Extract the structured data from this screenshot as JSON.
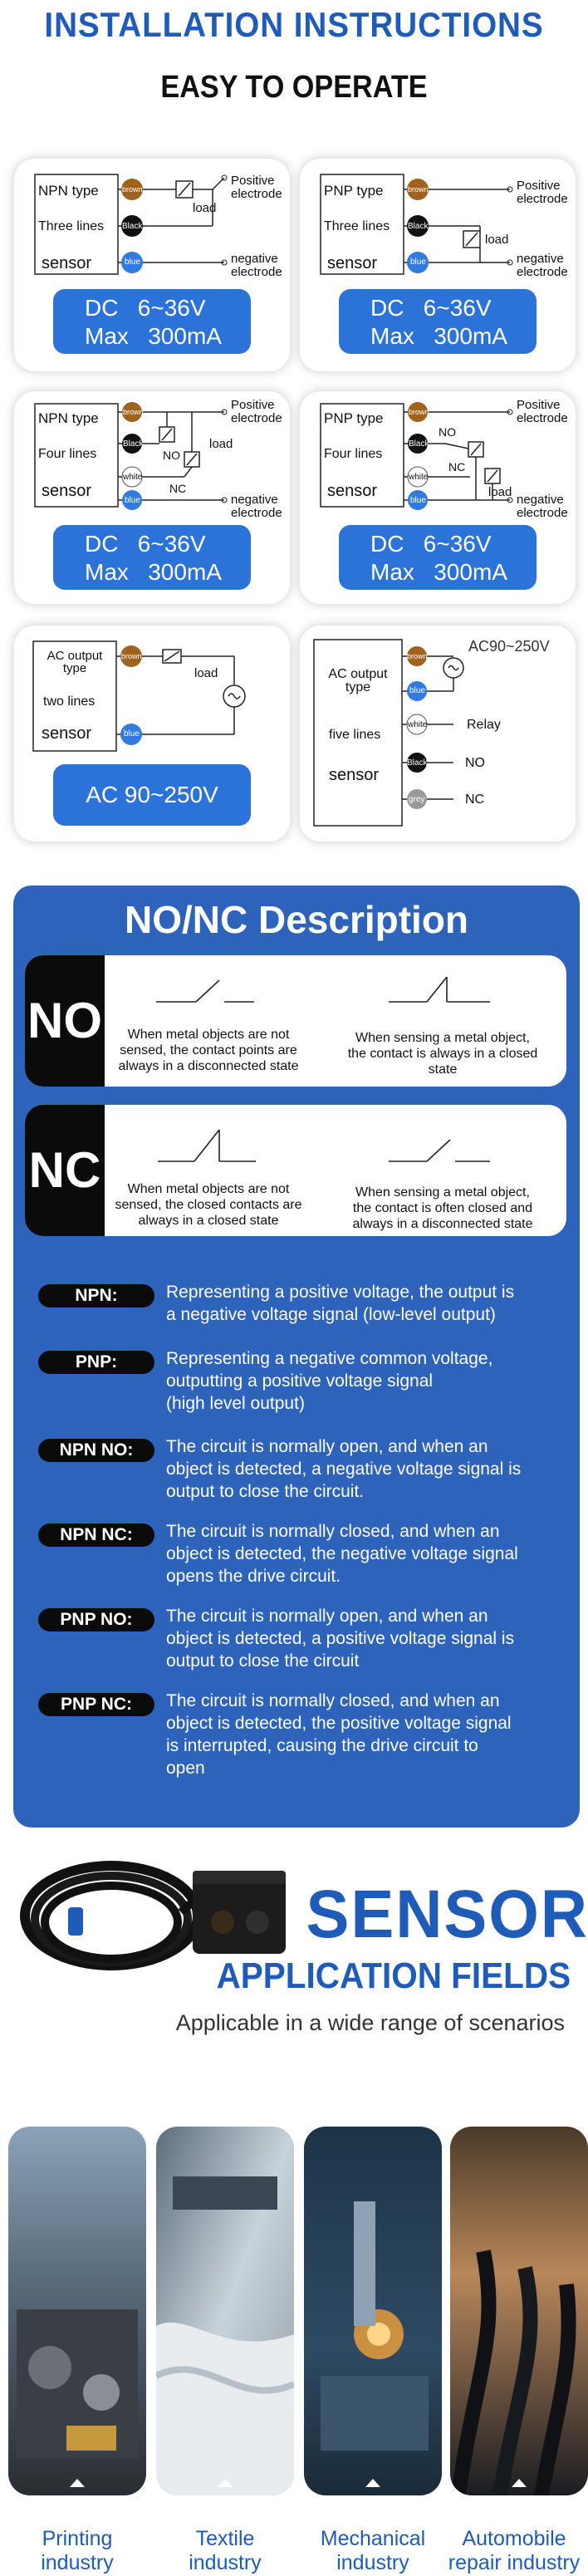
{
  "header": {
    "title": "INSTALLATION INSTRUCTIONS",
    "subtitle": "EASY TO OPERATE"
  },
  "wiring": {
    "npn3": {
      "type": "NPN type",
      "lines": "Three lines",
      "sensor": "sensor",
      "brown": "brown",
      "black": "Black",
      "blue": "blue",
      "load": "load",
      "pos1": "Positive",
      "pos2": "electrode",
      "neg1": "negative",
      "neg2": "electrode",
      "dc": "DC   6~36V\nMax   300mA"
    },
    "pnp3": {
      "type": "PNP type",
      "lines": "Three lines",
      "sensor": "sensor",
      "brown": "brown",
      "black": "Black",
      "blue": "blue",
      "load": "load",
      "pos1": "Positive",
      "pos2": "electrode",
      "neg1": "negative",
      "neg2": "electrode",
      "dc": "DC   6~36V\nMax   300mA"
    },
    "npn4": {
      "type": "NPN type",
      "lines": "Four lines",
      "sensor": "sensor",
      "brown": "brown",
      "black": "Black",
      "white": "white",
      "blue": "blue",
      "no": "NO",
      "nc": "NC",
      "load": "load",
      "pos1": "Positive",
      "pos2": "electrode",
      "neg1": "negative",
      "neg2": "electrode",
      "dc": "DC   6~36V\nMax   300mA"
    },
    "pnp4": {
      "type": "PNP type",
      "lines": "Four lines",
      "sensor": "sensor",
      "brown": "brown",
      "black": "Black",
      "white": "white",
      "blue": "blue",
      "no": "NO",
      "nc": "NC",
      "load": "load",
      "pos1": "Positive",
      "pos2": "electrode",
      "neg1": "negative",
      "neg2": "electrode",
      "dc": "DC   6~36V\nMax   300mA"
    },
    "ac2": {
      "type1": "AC output",
      "type2": "type",
      "lines": "two lines",
      "sensor": "sensor",
      "brown": "brown",
      "blue": "blue",
      "load": "load",
      "ac": "AC 90~250V"
    },
    "ac5": {
      "type1": "AC output",
      "type2": "type",
      "lines": "five lines",
      "sensor": "sensor",
      "brown": "brown",
      "blue": "blue",
      "white": "white",
      "black": "Black",
      "grey": "grey",
      "ac": "AC90~250V",
      "relay": "Relay",
      "no": "NO",
      "nc": "NC"
    }
  },
  "nonc": {
    "title": "NO/NC Description",
    "no": {
      "tag": "NO",
      "left": [
        "When metal objects are not",
        "sensed, the contact points are",
        "always in a disconnected state"
      ],
      "right": [
        "When sensing a metal object,",
        "the contact is always in a closed",
        "state"
      ]
    },
    "nc": {
      "tag": "NC",
      "left": [
        "When metal objects are not",
        "sensed, the closed contacts are",
        "always in a closed state"
      ],
      "right": [
        "When sensing a metal object,",
        "the contact is often closed and",
        "always in a disconnected state"
      ]
    },
    "definitions": [
      {
        "badge": "NPN:",
        "lines": [
          "Representing a positive voltage, the output is",
          "a negative voltage signal (low-level output)"
        ]
      },
      {
        "badge": "PNP:",
        "lines": [
          "Representing a negative common voltage,",
          "outputting a positive voltage signal",
          "(high level output)"
        ]
      },
      {
        "badge": "NPN NO:",
        "lines": [
          "The circuit is normally open, and when an",
          "object is detected, a negative voltage signal is",
          "output to close the circuit."
        ]
      },
      {
        "badge": "NPN NC:",
        "lines": [
          "The circuit is normally closed, and when an",
          "object is detected, the negative voltage signal",
          "opens the drive circuit."
        ]
      },
      {
        "badge": "PNP NO:",
        "lines": [
          " The circuit is normally open, and when an",
          "object is detected, a positive voltage signal is",
          "output to close the circuit"
        ]
      },
      {
        "badge": "PNP NC:",
        "lines": [
          "The circuit is normally closed, and when an",
          "object is detected, the positive voltage signal",
          "is interrupted, causing the drive circuit to",
          "open"
        ]
      }
    ]
  },
  "application": {
    "title": "SENSOR",
    "subtitle": "APPLICATION FIELDS",
    "tagline": "Applicable in a wide range of scenarios",
    "industries": [
      {
        "line1": "Printing",
        "line2": "industry"
      },
      {
        "line1": "Textile",
        "line2": "industry"
      },
      {
        "line1": "Mechanical",
        "line2": "industry"
      },
      {
        "line1": "Automobile",
        "line2": "repair industry"
      }
    ]
  },
  "colors": {
    "brand_blue": "#1f5bb8",
    "panel_blue": "#2d63ba",
    "box_blue": "#2b73d8",
    "brown": "#a0621d",
    "black": "#111111",
    "blue": "#2f7be0",
    "grey": "#9a9a9a"
  }
}
